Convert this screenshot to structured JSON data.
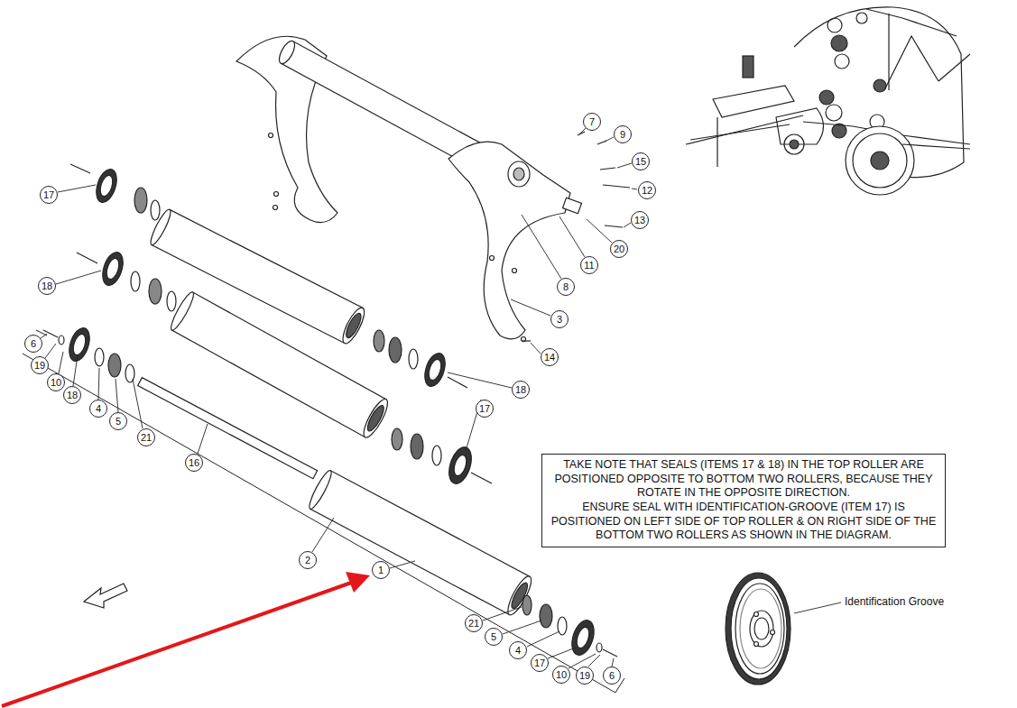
{
  "diagram": {
    "nodes": [
      {
        "text": [
          "TAKE NOTE THAT SEALS (ITEMS 17 & 18) IN THE TOP ROLLER ARE POSITIONED OPPOSITE TO BOTTOM TWO ROLLERS, BECAUSE THEY ROTATE IN THE OPPOSITE DIRECTION.",
          "ENSURE SEAL WITH IDENTIFICATION-GROOVE (ITEM 17) IS POSITIONED ON LEFT SIDE OF TOP ROLLER & ON RIGHT SIDE OF THE BOTTOM TWO ROLLERS AS SHOWN IN THE DIAGRAM."
        ]
      }
    ],
    "labels": [
      "7",
      "9",
      "17",
      "15",
      "12",
      "13",
      "20",
      "11",
      "18",
      "8",
      "3",
      "6",
      "19",
      "14",
      "10",
      "18",
      "18",
      "4",
      "17",
      "5",
      "21",
      "16",
      "2",
      "1",
      "Identification Groove",
      "21",
      "5",
      "4",
      "17",
      "10",
      "19",
      "6"
    ]
  }
}
